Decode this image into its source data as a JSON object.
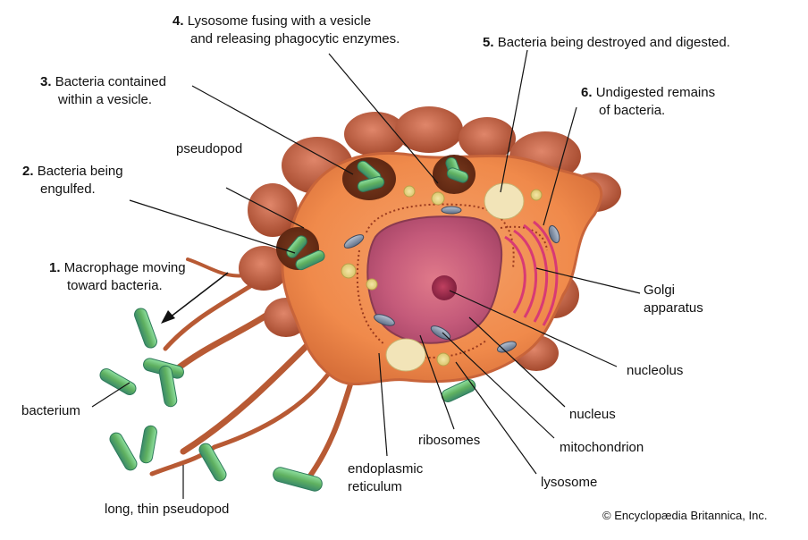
{
  "steps": [
    {
      "num": "1.",
      "lines": [
        "Macrophage moving",
        "toward bacteria."
      ]
    },
    {
      "num": "2.",
      "lines": [
        "Bacteria being",
        "engulfed."
      ]
    },
    {
      "num": "3.",
      "lines": [
        "Bacteria contained",
        "within a vesicle."
      ]
    },
    {
      "num": "4.",
      "lines": [
        "Lysosome fusing with a vesicle",
        "and releasing phagocytic enzymes."
      ]
    },
    {
      "num": "5.",
      "lines": [
        "Bacteria being destroyed and digested."
      ]
    },
    {
      "num": "6.",
      "lines": [
        "Undigested remains",
        "of bacteria."
      ]
    }
  ],
  "labels": {
    "pseudopod": "pseudopod",
    "bacterium": "bacterium",
    "long_pseudopod": "long, thin pseudopod",
    "er": [
      "endoplasmic",
      "reticulum"
    ],
    "ribosomes": "ribosomes",
    "lysosome": "lysosome",
    "mitochondrion": "mitochondrion",
    "nucleus": "nucleus",
    "nucleolus": "nucleolus",
    "golgi": [
      "Golgi",
      "apparatus"
    ]
  },
  "copyright": "© Encyclopædia Britannica, Inc.",
  "colors": {
    "cytoplasm": "#f08a4b",
    "membrane": "#c8643a",
    "nucleus": "#c45a7a",
    "bacteria": "#6fbf6a",
    "golgi": "#d83a74",
    "leader": "#111111"
  }
}
